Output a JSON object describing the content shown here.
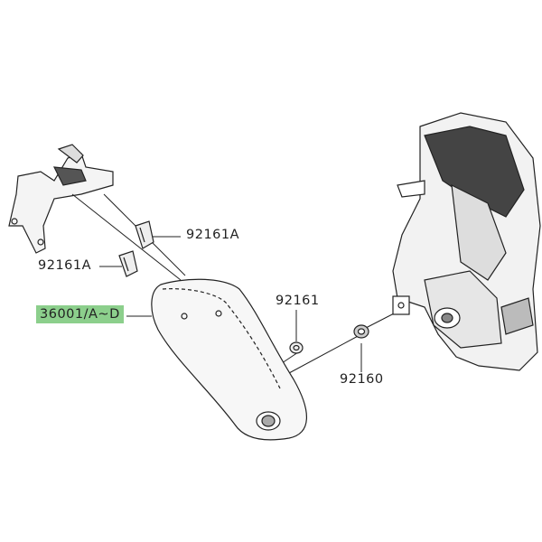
{
  "diagram": {
    "labels": {
      "clip_upper": "92161A",
      "clip_lower": "92161A",
      "cover": "36001/A~D",
      "washer": "92161",
      "grommet": "92160"
    },
    "highlight_color": "#8ccf8c"
  }
}
